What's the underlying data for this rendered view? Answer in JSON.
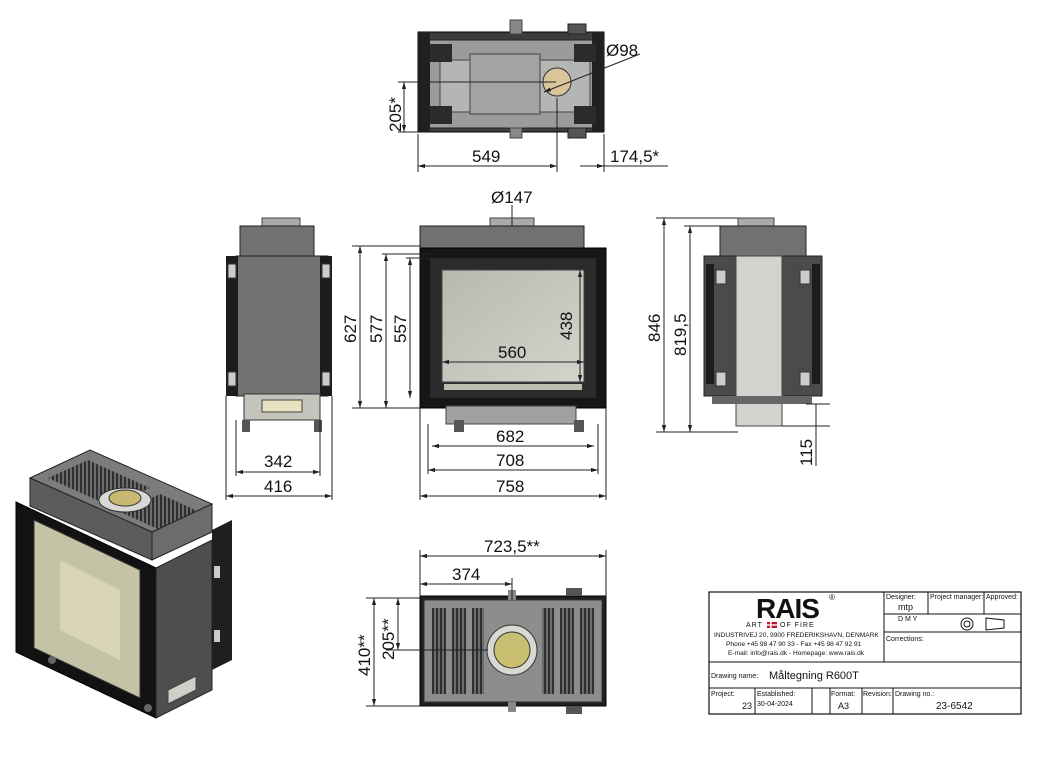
{
  "dimensions": {
    "top_view": {
      "diameter": "Ø98",
      "height": "205*",
      "width": "549",
      "offset": "174,5*"
    },
    "front_view": {
      "flue_diameter": "Ø147",
      "h1": "627",
      "h2": "577",
      "h3": "557",
      "glass_h": "438",
      "glass_w": "560",
      "w1": "682",
      "w2": "708",
      "w3": "758"
    },
    "side_view": {
      "w1": "342",
      "w2": "416"
    },
    "right_view": {
      "h1": "846",
      "h2": "819,5",
      "h3": "115"
    },
    "bottom_view": {
      "total": "723,5**",
      "offset": "374",
      "h1": "410**",
      "h2": "205**"
    }
  },
  "title_block": {
    "logo": "RAIS",
    "registered": "®",
    "tagline_left": "ART",
    "tagline_right": "OF FIRE",
    "address": "INDUSTRIVEJ 20, 9900 FREDERIKSHAVN, DENMARK",
    "phone": "Phone +45 98 47 90 33 - Fax +45 98 47 92 91",
    "email": "E-mail: info@rais.dk - Homepage: www.rais.dk",
    "designer_label": "Designer:",
    "designer_value": "mtp",
    "pm_label": "Project manager:",
    "approved_label": "Approved:",
    "dmy": "D  M  Y",
    "corrections_label": "Corrections:",
    "drawing_name_label": "Drawing name:",
    "drawing_name_value": "Måltegning R600T",
    "project_label": "Project:",
    "project_value": "23",
    "established_label": "Established:",
    "established_value": "30-04-2024",
    "format_label": "Format:",
    "format_value": "A3",
    "revision_label": "Revision:",
    "drawing_no_label": "Drawing no.:",
    "drawing_no_value": "23-6542"
  }
}
